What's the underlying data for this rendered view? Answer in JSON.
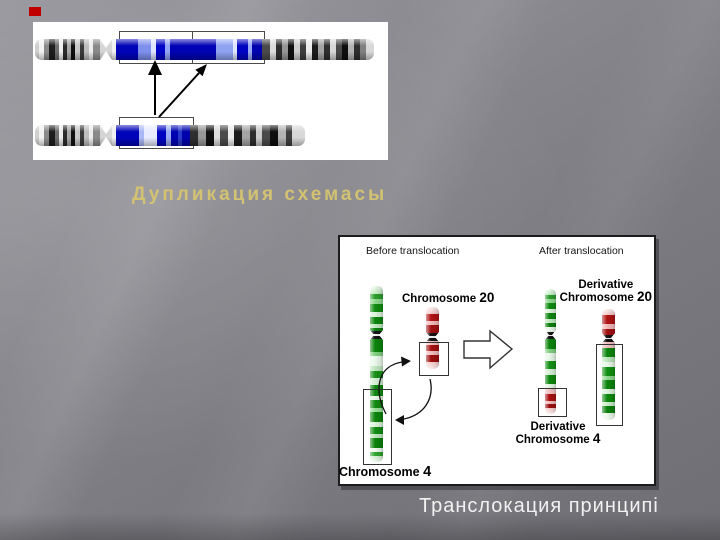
{
  "slide": {
    "duplication_figure": {
      "caption": "Дупликация схемасы",
      "caption_color": "#d3c271"
    },
    "translocation_figure": {
      "caption": "Транслокация принципі",
      "caption_color": "#f2f2f2",
      "before_label": "Before translocation",
      "after_label": "After translocation",
      "chr20_label": {
        "name": "Chromosome",
        "num": "20"
      },
      "der20_label": {
        "line1": "Derivative",
        "name": "Chromosome",
        "num": "20"
      },
      "der4_label": {
        "line1": "Derivative",
        "name": "Chromosome",
        "num": "4"
      },
      "chr4_label": {
        "name": "Chromosome",
        "num": "4"
      }
    },
    "colors": {
      "marker_red": "#c00000",
      "duplication_blue": "#0004b8",
      "chromosome_green": "#0d870d",
      "chromosome_red": "#a81111",
      "background_gray": "#7d7d83"
    }
  }
}
